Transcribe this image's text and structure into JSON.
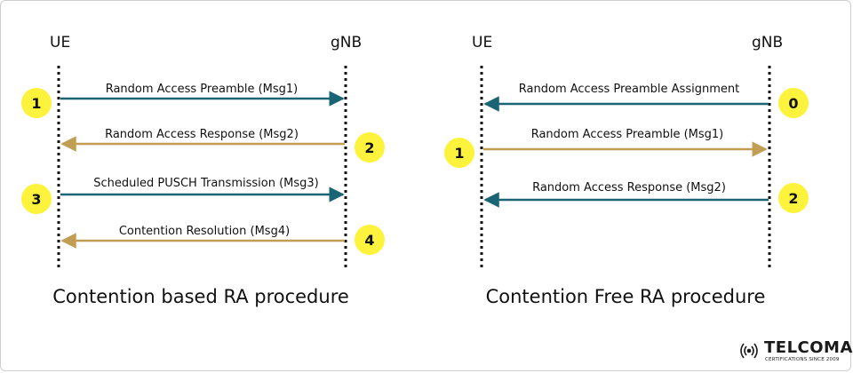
{
  "colors": {
    "arrow_teal": "#1a6475",
    "arrow_gold": "#c29d54",
    "badge_fill": "#fdf33c",
    "text": "#111111"
  },
  "left_diagram": {
    "title": "Contention based RA procedure",
    "ue_label": "UE",
    "gnb_label": "gNB",
    "messages": [
      {
        "label": "Random Access Preamble (Msg1)",
        "direction": "ue-to-gnb",
        "color": "teal",
        "step": "1",
        "step_side": "ue"
      },
      {
        "label": "Random Access Response (Msg2)",
        "direction": "gnb-to-ue",
        "color": "gold",
        "step": "2",
        "step_side": "gnb"
      },
      {
        "label": "Scheduled PUSCH Transmission (Msg3)",
        "direction": "ue-to-gnb",
        "color": "teal",
        "step": "3",
        "step_side": "ue"
      },
      {
        "label": "Contention Resolution (Msg4)",
        "direction": "gnb-to-ue",
        "color": "gold",
        "step": "4",
        "step_side": "gnb"
      }
    ]
  },
  "right_diagram": {
    "title": "Contention Free RA procedure",
    "ue_label": "UE",
    "gnb_label": "gNB",
    "messages": [
      {
        "label": "Random Access Preamble Assignment",
        "direction": "gnb-to-ue",
        "color": "teal",
        "step": "0",
        "step_side": "gnb"
      },
      {
        "label": "Random Access Preamble (Msg1)",
        "direction": "ue-to-gnb",
        "color": "gold",
        "step": "1",
        "step_side": "ue"
      },
      {
        "label": "Random Access Response (Msg2)",
        "direction": "gnb-to-ue",
        "color": "teal",
        "step": "2",
        "step_side": "gnb"
      }
    ]
  },
  "logo": {
    "name": "TELCOMA",
    "tagline": "CERTIFICATIONS SINCE 2009",
    "icon": "signal-waves-icon"
  }
}
